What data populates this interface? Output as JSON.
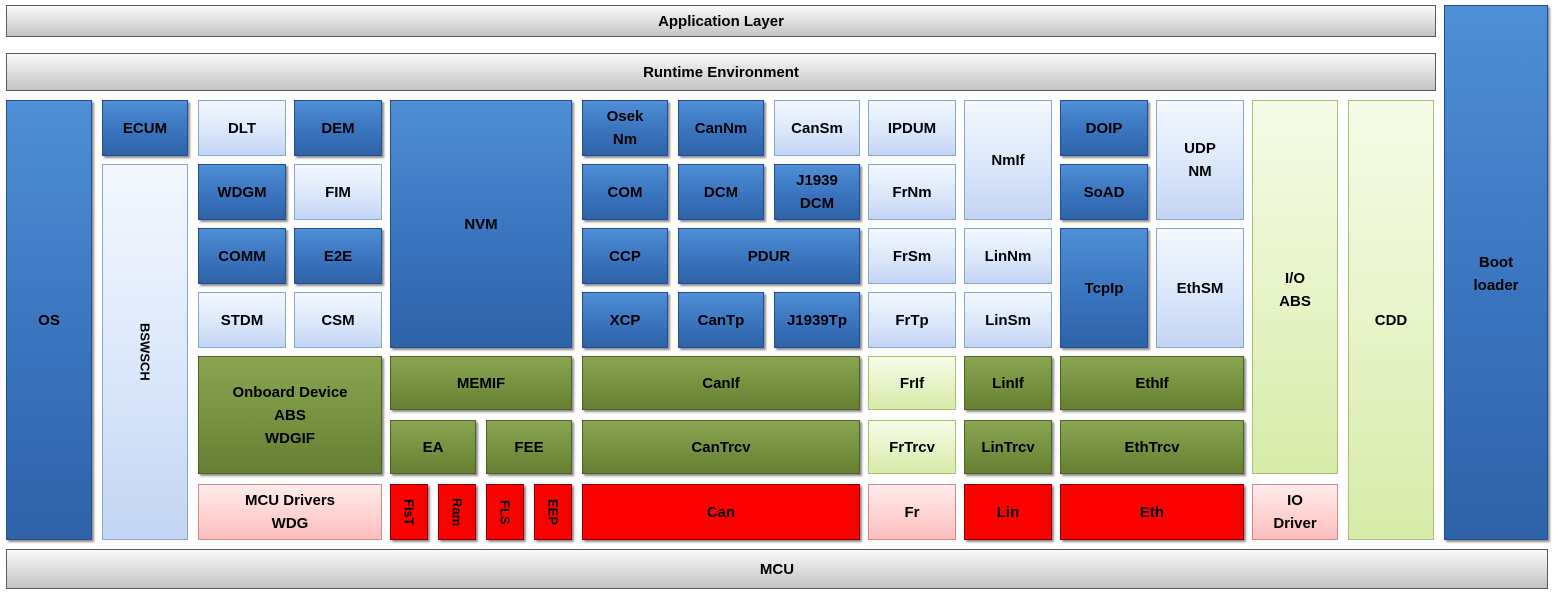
{
  "blocks": {
    "application_layer": "Application Layer",
    "runtime_environment": "Runtime Environment",
    "mcu": "MCU",
    "os": "OS",
    "ecum": "ECUM",
    "bswsch": "BSWSCH",
    "dlt": "DLT",
    "dem": "DEM",
    "wdgm": "WDGM",
    "fim": "FIM",
    "comm": "COMM",
    "e2e": "E2E",
    "stdm": "STDM",
    "csm": "CSM",
    "onboard_device": "Onboard Device\nABS\nWDGIF",
    "mcu_drivers": "MCU Drivers\nWDG",
    "nvm": "NVM",
    "memif": "MEMIF",
    "ea": "EA",
    "fee": "FEE",
    "flst": "FlsT",
    "ram": "Ram",
    "fls": "FLS",
    "eep": "EEP",
    "oseknm": "Osek\nNm",
    "cannm": "CanNm",
    "cansm": "CanSm",
    "com": "COM",
    "dcm": "DCM",
    "j1939dcm": "J1939\nDCM",
    "ccp": "CCP",
    "pdur": "PDUR",
    "xcp": "XCP",
    "cantp": "CanTp",
    "j1939tp": "J1939Tp",
    "canif": "CanIf",
    "cantrcv": "CanTrcv",
    "can": "Can",
    "ipdum": "IPDUM",
    "frnm": "FrNm",
    "frsm": "FrSm",
    "frtp": "FrTp",
    "frif": "FrIf",
    "frtrcv": "FrTrcv",
    "fr": "Fr",
    "nmif": "NmIf",
    "linnm": "LinNm",
    "linsm": "LinSm",
    "linif": "LinIf",
    "lintrcv": "LinTrcv",
    "lin": "Lin",
    "doip": "DOIP",
    "udpnm": "UDP\nNM",
    "soad": "SoAD",
    "tcpip": "TcpIp",
    "ethsm": "EthSM",
    "ethif": "EthIf",
    "ethtrcv": "EthTrcv",
    "eth": "Eth",
    "io_abs": "I/O\nABS",
    "io_driver": "IO\nDriver",
    "cdd": "CDD",
    "bootloader": "Boot\nloader"
  },
  "colors": {
    "grey_layer": "#d4d4d4",
    "service_dark_blue": "#3a74bf",
    "service_light_blue": "#dbe7fa",
    "abstraction_green": "#76913f",
    "abstraction_light_green": "#e6f3c6",
    "driver_red": "#ff0000",
    "driver_pink": "#ffd3d3"
  }
}
